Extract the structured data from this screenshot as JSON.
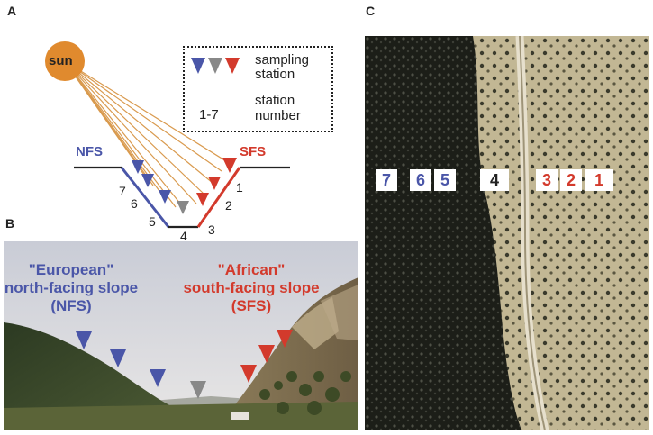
{
  "panels": {
    "a": "A",
    "b": "B",
    "c": "C"
  },
  "diagram": {
    "sun_label": "sun",
    "legend": {
      "sampling_line1": "sampling",
      "sampling_line2": "station",
      "range": "1-7",
      "number_line1": "station",
      "number_line2": "number"
    },
    "nfs_label": "NFS",
    "sfs_label": "SFS",
    "station_numbers": [
      "1",
      "2",
      "3",
      "4",
      "5",
      "6",
      "7"
    ]
  },
  "photo_b": {
    "nfs_line1": "\"European\"",
    "nfs_line2": "north-facing slope",
    "nfs_line3": "(NFS)",
    "sfs_line1": "\"African\"",
    "sfs_line2": "south-facing slope",
    "sfs_line3": "(SFS)"
  },
  "photo_c": {
    "labels": [
      "7",
      "6",
      "5",
      "4",
      "3",
      "2",
      "1"
    ]
  },
  "colors": {
    "nfs": "#4a56a8",
    "sfs": "#d33a2c",
    "valley": "#888888",
    "sun": "#e08a2e",
    "ray": "#d99a4e"
  }
}
